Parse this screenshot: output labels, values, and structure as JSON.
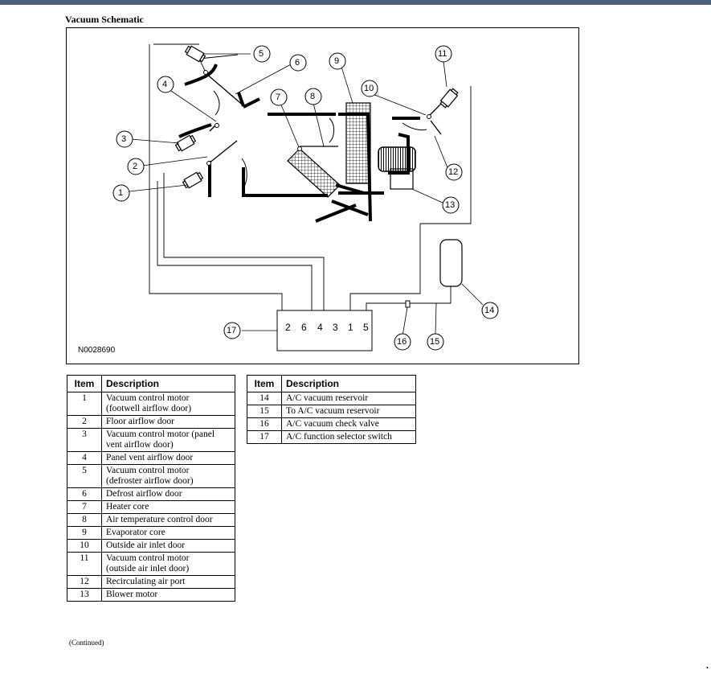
{
  "title": "Vacuum Schematic",
  "figure_code": "N0028690",
  "switch_ports": [
    "2",
    "6",
    "4",
    "3",
    "1",
    "5"
  ],
  "callouts": [
    "1",
    "2",
    "3",
    "4",
    "5",
    "6",
    "7",
    "8",
    "9",
    "10",
    "11",
    "12",
    "13",
    "14",
    "15",
    "16",
    "17"
  ],
  "table_headers": {
    "item": "Item",
    "description": "Description"
  },
  "left_table": [
    {
      "item": "1",
      "description": [
        "Vacuum control motor",
        "(footwell airflow door)"
      ]
    },
    {
      "item": "2",
      "description": [
        "Floor airflow door"
      ]
    },
    {
      "item": "3",
      "description": [
        "Vacuum control motor (panel",
        "vent airflow door)"
      ]
    },
    {
      "item": "4",
      "description": [
        "Panel vent airflow door"
      ]
    },
    {
      "item": "5",
      "description": [
        "Vacuum control motor",
        "(defroster airflow door)"
      ]
    },
    {
      "item": "6",
      "description": [
        "Defrost airflow door"
      ]
    },
    {
      "item": "7",
      "description": [
        "Heater core"
      ]
    },
    {
      "item": "8",
      "description": [
        "Air temperature control door"
      ]
    },
    {
      "item": "9",
      "description": [
        "Evaporator core"
      ]
    },
    {
      "item": "10",
      "description": [
        "Outside air inlet door"
      ]
    },
    {
      "item": "11",
      "description": [
        "Vacuum control motor",
        "(outside air inlet door)"
      ]
    },
    {
      "item": "12",
      "description": [
        "Recirculating air port"
      ]
    },
    {
      "item": "13",
      "description": [
        "Blower motor"
      ]
    }
  ],
  "right_table": [
    {
      "item": "14",
      "description": [
        "A/C vacuum reservoir"
      ]
    },
    {
      "item": "15",
      "description": [
        "To A/C vacuum reservoir"
      ]
    },
    {
      "item": "16",
      "description": [
        "A/C vacuum check valve"
      ]
    },
    {
      "item": "17",
      "description": [
        "A/C function selector switch"
      ]
    }
  ],
  "continued": "(Continued)",
  "corner_mark": "•"
}
